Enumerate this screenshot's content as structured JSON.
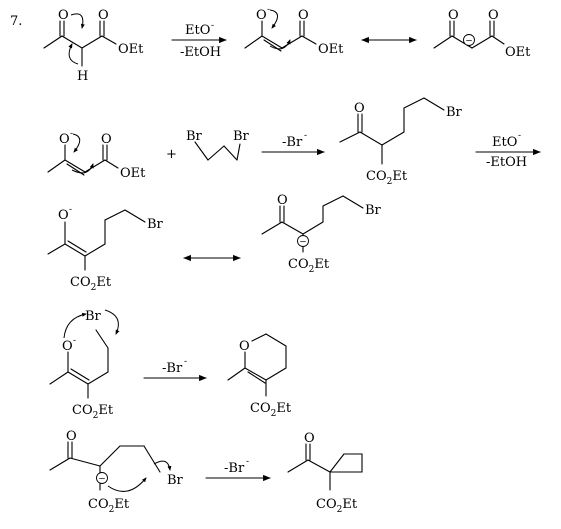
{
  "problem_number": "7.",
  "reagents": {
    "base": "EtO",
    "minus": "-",
    "ethanol_loss": "-EtOH",
    "bromide_loss": "-Br",
    "bromide_loss_2": "-Br",
    "bromide_loss_3": "-Br"
  },
  "atoms": {
    "oxygen": "O",
    "hydrogen": "H",
    "bromine": "Br",
    "ethoxy": "OEt",
    "ester": "CO",
    "ester_sub": "2",
    "ester_end": "Et",
    "anion_sign": "−"
  }
}
